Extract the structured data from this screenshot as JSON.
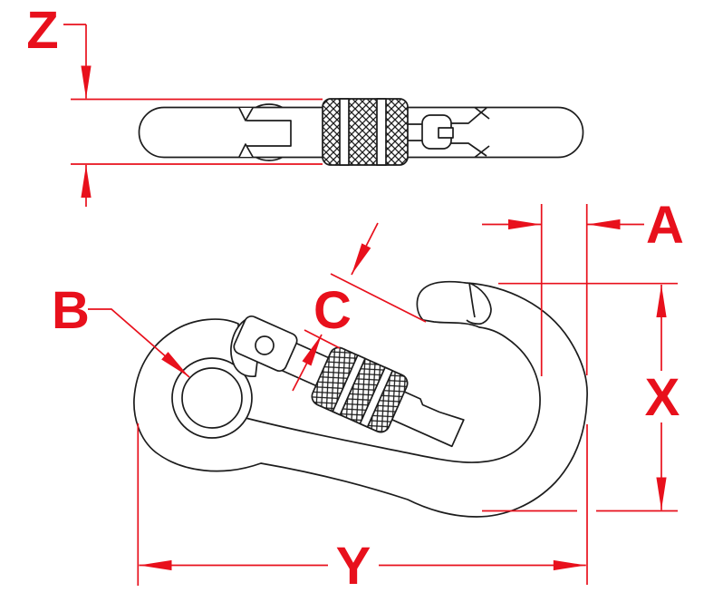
{
  "drawing": {
    "type": "technical-dimension-drawing",
    "subject": "locking spring clip carabiner, two orthographic views",
    "colors": {
      "dimension_red": "#e8101c",
      "outline_black": "#1c1c1c",
      "background": "#ffffff"
    },
    "dimension_labels": {
      "z": "Z",
      "b": "B",
      "c": "C",
      "a": "A",
      "x": "X",
      "y": "Y"
    }
  }
}
